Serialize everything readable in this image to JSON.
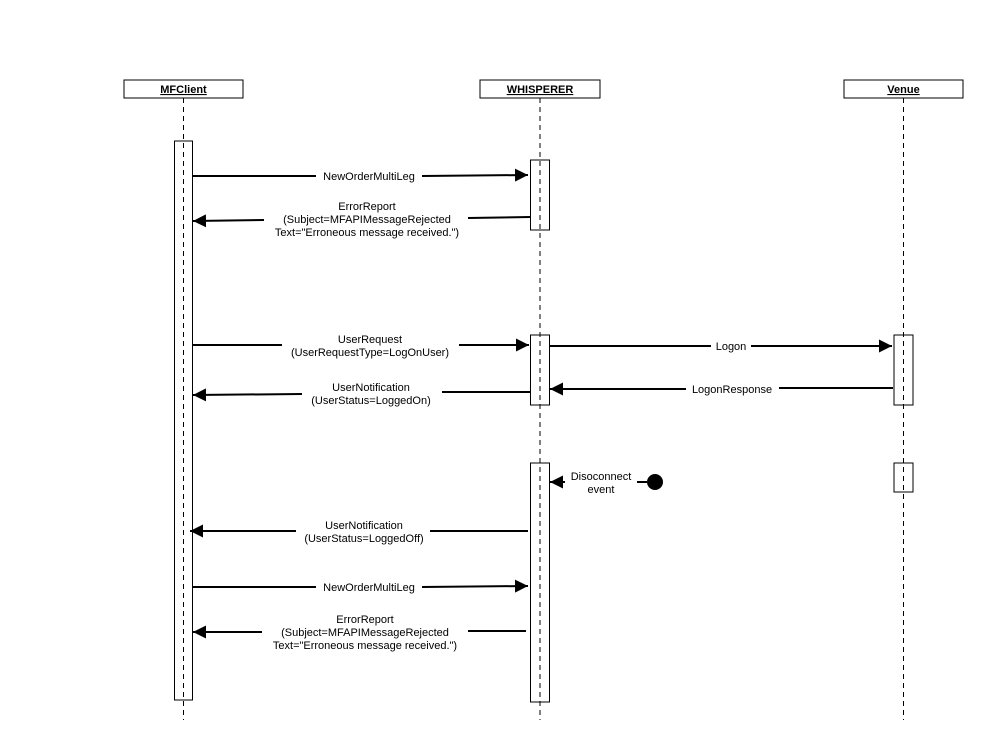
{
  "participants": {
    "mfclient": "MFClient",
    "whisperer": "WHISPERER",
    "venue": "Venue"
  },
  "messages": {
    "m1": "NewOrderMultiLeg",
    "m2_l1": "ErrorReport",
    "m2_l2": "(Subject=MFAPIMessageRejected",
    "m2_l3": "Text=\"Erroneous message received.\")",
    "m3_l1": "UserRequest",
    "m3_l2": "(UserRequestType=LogOnUser)",
    "m4": "Logon",
    "m5_l1": "UserNotification",
    "m5_l2": "(UserStatus=LoggedOn)",
    "m6": "LogonResponse",
    "m7_l1": "Disoconnect",
    "m7_l2": "event",
    "m8_l1": "UserNotification",
    "m8_l2": "(UserStatus=LoggedOff)",
    "m9": "NewOrderMultiLeg",
    "m10_l1": "ErrorReport",
    "m10_l2": "(Subject=MFAPIMessageRejected",
    "m10_l3": "Text=\"Erroneous message received.\")"
  }
}
